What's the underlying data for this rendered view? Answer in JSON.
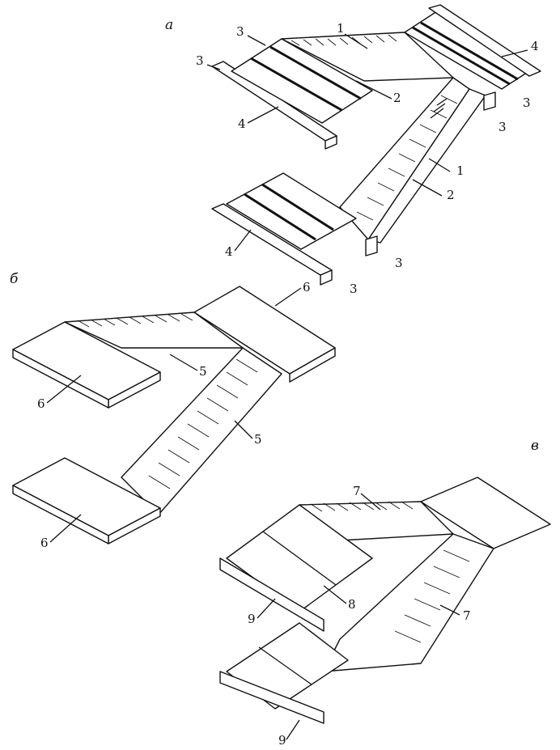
{
  "panels": {
    "a": "а",
    "b": "б",
    "c": "в"
  },
  "labels_a": {
    "l1_top": "1",
    "l1_mid": "1",
    "l2_top": "2",
    "l2_mid": "2",
    "l3_tl": "3",
    "l3_ml": "3",
    "l3_tr": "3",
    "l3_r": "3",
    "l3_b1": "3",
    "l3_b2": "3",
    "l4_left": "4",
    "l4_right": "4",
    "l4_bottom": "4"
  },
  "labels_b": {
    "l5_top": "5",
    "l5_mid": "5",
    "l6_left": "6",
    "l6_right": "6",
    "l6_bottom": "6"
  },
  "labels_c": {
    "l7_top": "7",
    "l7_mid": "7",
    "l8": "8",
    "l9_top": "9",
    "l9_bottom": "9"
  }
}
